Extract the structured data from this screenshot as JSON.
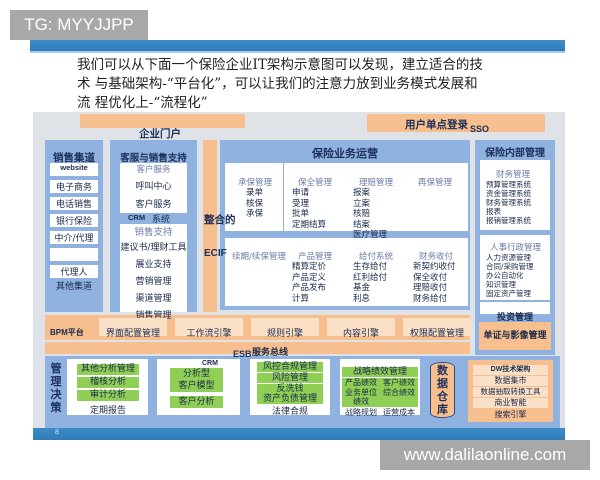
{
  "watermark_top": "TG: MYYJJPP",
  "watermark_bottom": "www.dalilaonline.com",
  "intro": [
    "我们可以从下面一个保险企业IT架构示意图可以发现，建立适合的技",
    "术 与基础架构-“平台化”，可以让我们的注意力放到业务模式发展和",
    "流 程优化上-“流程化”"
  ],
  "portal": "企业门户",
  "sso": {
    "label": "用户单点登录",
    "tag": "SSO"
  },
  "sales": {
    "title": "销售集道",
    "items": [
      "website",
      "电子商务",
      "电话销售",
      "银行保险",
      "中介/代理",
      "",
      "代理人"
    ],
    "footer": "其他集道"
  },
  "cs": {
    "title": "客服与销售支持",
    "sub": "客户服务",
    "items": [
      "呼叫中心",
      "客户服务"
    ],
    "crm": "CRM",
    "crm_sys": "系统",
    "sales_support": "销售支持",
    "support_items": [
      "建议书/理财工具",
      "展业支持",
      "营销管理",
      "渠道管理",
      "销售管理"
    ]
  },
  "ecif": {
    "label1": "整合的",
    "label2": "ECIF"
  },
  "ops": {
    "title": "保险业务运营",
    "top": [
      {
        "title": "承保管理",
        "items": [
          "录单",
          "核保",
          "承保"
        ]
      },
      {
        "title": "保全管理",
        "items": [
          "申请",
          "受理",
          "批单",
          "定期结算"
        ]
      },
      {
        "title": "理赔管理",
        "items": [
          "报案",
          "立案",
          "核赔",
          "结案",
          "医疗管理"
        ]
      },
      {
        "title": "再保管理",
        "items": []
      }
    ],
    "bottom": [
      {
        "title": "续期/续保管理",
        "items": []
      },
      {
        "title": "产品管理",
        "items": [
          "精算定价",
          "产品定义",
          "产品发布",
          "计算"
        ]
      },
      {
        "title": "给付系统",
        "items": [
          "生存给付",
          "红利给付",
          "基金",
          "利息"
        ]
      },
      {
        "title": "财务收付",
        "items": [
          "新契约收付",
          "保全收付",
          "理赔收付",
          "财务给付"
        ]
      }
    ]
  },
  "internal": {
    "title": "保险内部管理",
    "finance": {
      "title": "财务管理",
      "items": [
        "预算管理系统",
        "资金管理系统",
        "财务管理系统",
        "报表",
        "报销管理系统"
      ]
    },
    "hr": {
      "title": "人事行政管理",
      "items": [
        "人力资源管理",
        "合同/采购管理",
        "办公自动化",
        "知识管理",
        "固定资产管理"
      ]
    },
    "invest": "投资管理",
    "docs": "单证与影像管理"
  },
  "bpm": {
    "label": "BPM平台",
    "items": [
      "界面配置管理",
      "工作流引擎",
      "规则引擎",
      "内容引擎",
      "权限配置管理"
    ]
  },
  "esb": {
    "tag": "ESB",
    "label": "服务总线"
  },
  "mgmt": {
    "title": "管理决策",
    "box1": [
      "其他分析管理",
      "稽核分析",
      "审计分析",
      "定期报告"
    ],
    "box2": {
      "tag": "CRM",
      "items": [
        "分析型",
        "客户模型",
        "客户分析"
      ]
    },
    "box3": [
      "风控合规管理",
      "风险管理",
      "反洗钱",
      "资产负债管理",
      "法律合规"
    ],
    "box4": {
      "title": "战略绩效管理",
      "items": [
        "产品绩效",
        "客户绩效",
        "业务单位绩效",
        "综合绩效",
        "战略规划",
        "运营成本"
      ]
    },
    "dw": "数据仓库",
    "box5": [
      "DW技术架构",
      "数据集市",
      "数据抽取转换工具",
      "商业智能",
      "搜索引擎"
    ]
  },
  "footer_page": "8"
}
